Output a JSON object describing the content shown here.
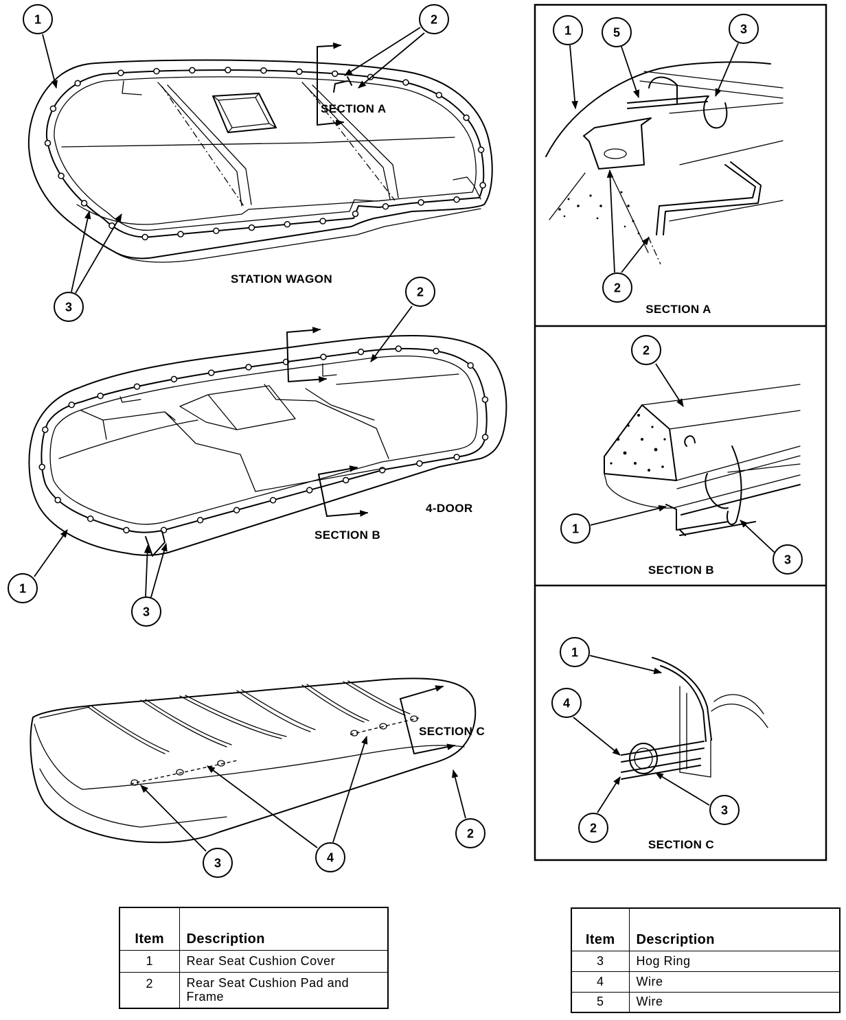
{
  "figures": {
    "station_wagon": {
      "label": "STATION WAGON",
      "section_marker": "SECTION A",
      "callouts": [
        "1",
        "2",
        "3"
      ]
    },
    "four_door": {
      "label": "4-DOOR",
      "section_marker": "SECTION B",
      "callouts": [
        "2",
        "1",
        "3"
      ]
    },
    "cushion_top": {
      "section_marker": "SECTION C",
      "callouts": [
        "3",
        "4",
        "2"
      ]
    }
  },
  "details": {
    "section_a": {
      "title": "SECTION A",
      "callouts": [
        "1",
        "5",
        "3",
        "2"
      ]
    },
    "section_b": {
      "title": "SECTION B",
      "callouts": [
        "2",
        "1",
        "3"
      ]
    },
    "section_c": {
      "title": "SECTION C",
      "callouts": [
        "1",
        "4",
        "3",
        "2"
      ]
    }
  },
  "legend": {
    "left": {
      "headers": [
        "Item",
        "Description"
      ],
      "rows": [
        [
          "1",
          "Rear Seat Cushion Cover"
        ],
        [
          "2",
          "Rear Seat Cushion Pad and Frame"
        ]
      ]
    },
    "right": {
      "headers": [
        "Item",
        "Description"
      ],
      "rows": [
        [
          "3",
          "Hog Ring"
        ],
        [
          "4",
          "Wire"
        ],
        [
          "5",
          "Wire"
        ]
      ]
    }
  }
}
